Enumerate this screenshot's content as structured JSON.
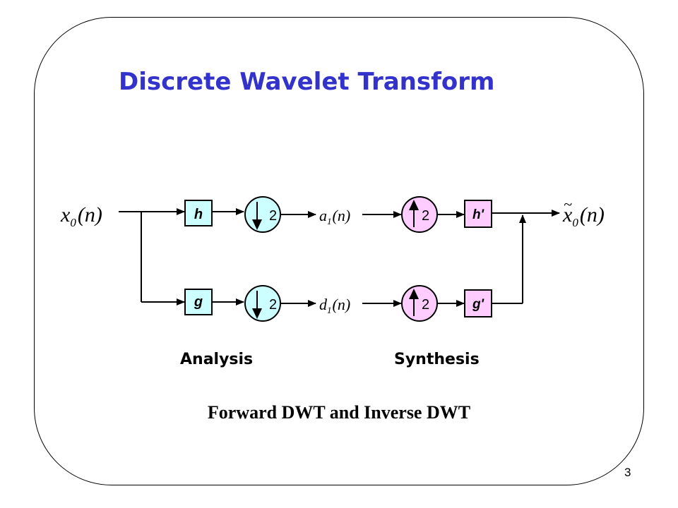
{
  "slide": {
    "title": "Discrete Wavelet Transform",
    "caption": "Forward DWT and Inverse DWT",
    "page_number": "3"
  },
  "diagram": {
    "input_signal": {
      "base": "x",
      "sub": "0",
      "arg": "(n)"
    },
    "output_signal": {
      "accent": "~",
      "base": "x",
      "sub": "0",
      "arg": "(n)"
    },
    "top_signal": {
      "base": "a",
      "sub": "1",
      "arg": "(n)"
    },
    "bottom_signal": {
      "base": "d",
      "sub": "1",
      "arg": "(n)"
    },
    "analysis_filters": {
      "low": "h",
      "high": "g"
    },
    "synthesis_filters": {
      "low": "h'",
      "high": "g'"
    },
    "downsample_factor": "2",
    "upsample_factor": "2",
    "analysis_label": "Analysis",
    "synthesis_label": "Synthesis",
    "colors": {
      "analysis_fill": "#ccffff",
      "synthesis_fill": "#ffccff",
      "title": "#3333cc",
      "stroke": "#000000"
    }
  }
}
